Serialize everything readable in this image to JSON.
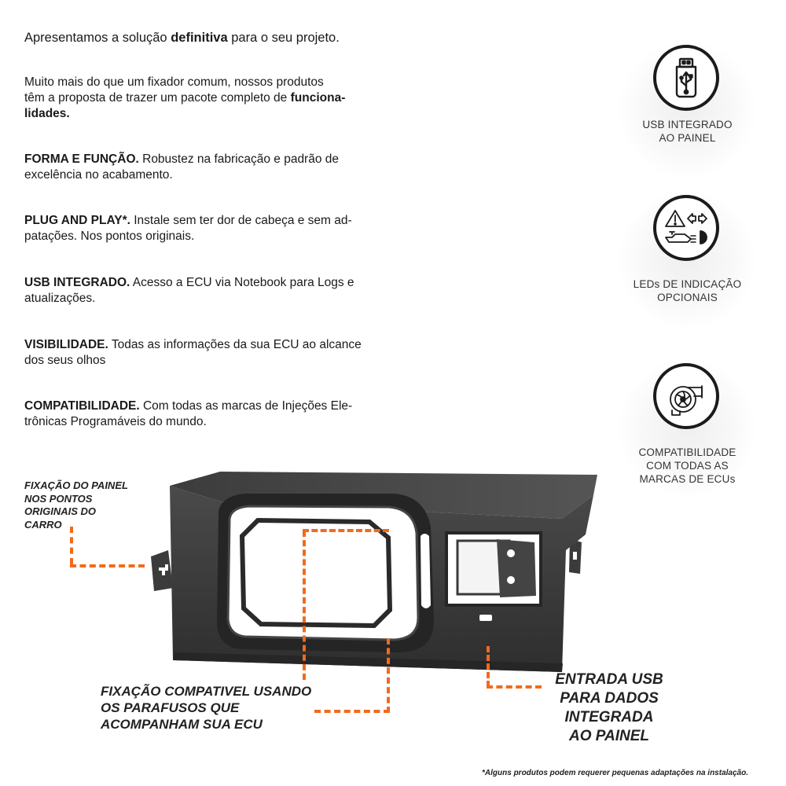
{
  "intro": {
    "headline_pre": "Apresentamos a solução ",
    "headline_bold": "definitiva",
    "headline_post": " para o seu projeto.",
    "para1_line1": "Muito mais do que um fixador comum, nossos produtos",
    "para1_line2": "têm a proposta de trazer um pacote completo de ",
    "para1_bold": "funciona-",
    "para1_bold2": "lidades."
  },
  "features_text": [
    {
      "title": "FORMA E FUNÇÃO.",
      "l1": " Robustez na fabricação e padrão de",
      "l2": "excelência no acabamento."
    },
    {
      "title": "PLUG AND PLAY*.",
      "l1": " Instale sem ter dor de cabeça e sem ad-",
      "l2": "patações. Nos pontos originais."
    },
    {
      "title": "USB INTEGRADO.",
      "l1": " Acesso a ECU via Notebook para Logs e",
      "l2": "atualizações."
    },
    {
      "title": "VISIBILIDADE.",
      "l1": " Todas as informações da sua ECU ao alcance",
      "l2": "dos seus olhos"
    },
    {
      "title": "COMPATIBILIDADE.",
      "l1": " Com todas as marcas de Injeções Ele-",
      "l2": "trônicas Programáveis do mundo."
    }
  ],
  "badges": [
    {
      "icon": "usb-drive-icon",
      "l1": "USB INTEGRADO",
      "l2": "AO PAINEL",
      "l3": ""
    },
    {
      "icon": "warning-lights-icon",
      "l1": "LEDs DE INDICAÇÃO",
      "l2": "OPCIONAIS",
      "l3": ""
    },
    {
      "icon": "turbo-icon",
      "l1": "COMPATIBILIDADE",
      "l2": "COM TODAS AS",
      "l3": "MARCAS DE ECUs"
    }
  ],
  "callouts": {
    "mount": [
      "FIXAÇÃO DO PAINEL",
      "NOS PONTOS",
      "ORIGINAIS DO",
      "CARRO"
    ],
    "screws": [
      "FIXAÇÃO COMPATIVEL USANDO",
      "OS PARAFUSOS QUE",
      "ACOMPANHAM SUA ECU"
    ],
    "usb": [
      "ENTRADA USB",
      "PARA DADOS",
      "INTEGRADA",
      "AO PAINEL"
    ]
  },
  "footnote": "*Alguns produtos podem requerer pequenas adaptações na instalação.",
  "colors": {
    "accent": "#f26a1b",
    "panel": "#3a3a3a",
    "ink": "#1a1a1a"
  }
}
